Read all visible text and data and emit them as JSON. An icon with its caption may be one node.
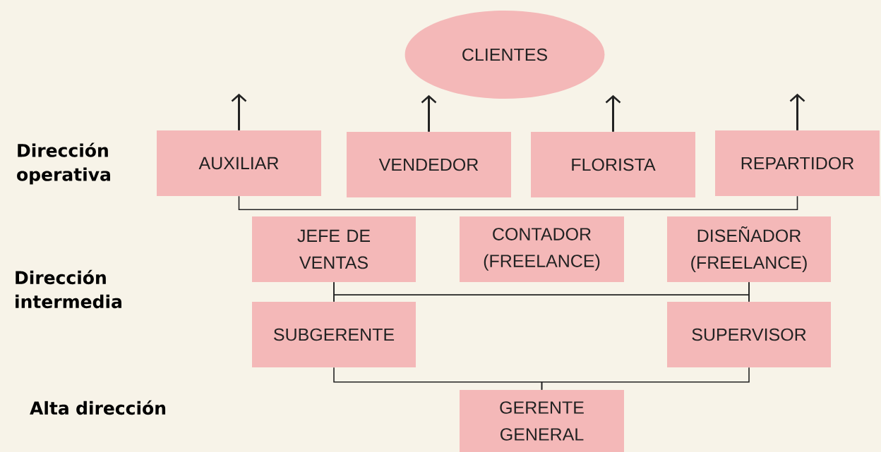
{
  "diagram": {
    "nodes": [
      {
        "text": [
          "CLIENTES"
        ]
      },
      {
        "text": [
          "AUXILIAR"
        ]
      },
      {
        "text": [
          "VENDEDOR"
        ]
      },
      {
        "text": [
          "FLORISTA"
        ]
      },
      {
        "text": [
          "REPARTIDOR"
        ]
      },
      {
        "text": [
          "JEFE DE VENTAS"
        ]
      },
      {
        "text": [
          "CONTADOR (FREELANCE)"
        ]
      },
      {
        "text": [
          "DISEÑADOR (FREELANCE)"
        ]
      },
      {
        "text": [
          "SUBGERENTE"
        ]
      },
      {
        "text": [
          "SUPERVISOR"
        ]
      },
      {
        "text": [
          "GERENTE GENERAL"
        ]
      }
    ],
    "edges": [
      {
        "from": 1,
        "to": null,
        "arrow": "to"
      },
      {
        "from": 2,
        "to": 0,
        "arrow": "to"
      },
      {
        "from": 3,
        "to": null,
        "arrow": "to"
      },
      {
        "from": 4,
        "to": null,
        "arrow": "to"
      },
      {
        "from": 1,
        "to": 4,
        "arrow": "none"
      },
      {
        "from": 5,
        "to": 8,
        "arrow": "none"
      },
      {
        "from": 5,
        "to": 9,
        "arrow": "none"
      },
      {
        "from": 7,
        "to": 8,
        "arrow": "none"
      },
      {
        "from": 7,
        "to": 9,
        "arrow": "none"
      },
      {
        "from": 10,
        "to": 8,
        "arrow": "none"
      },
      {
        "from": 10,
        "to": 9,
        "arrow": "none"
      }
    ],
    "labels": [
      "Dirección operativa",
      "Dirección intermedia",
      "Alta dirección"
    ]
  }
}
